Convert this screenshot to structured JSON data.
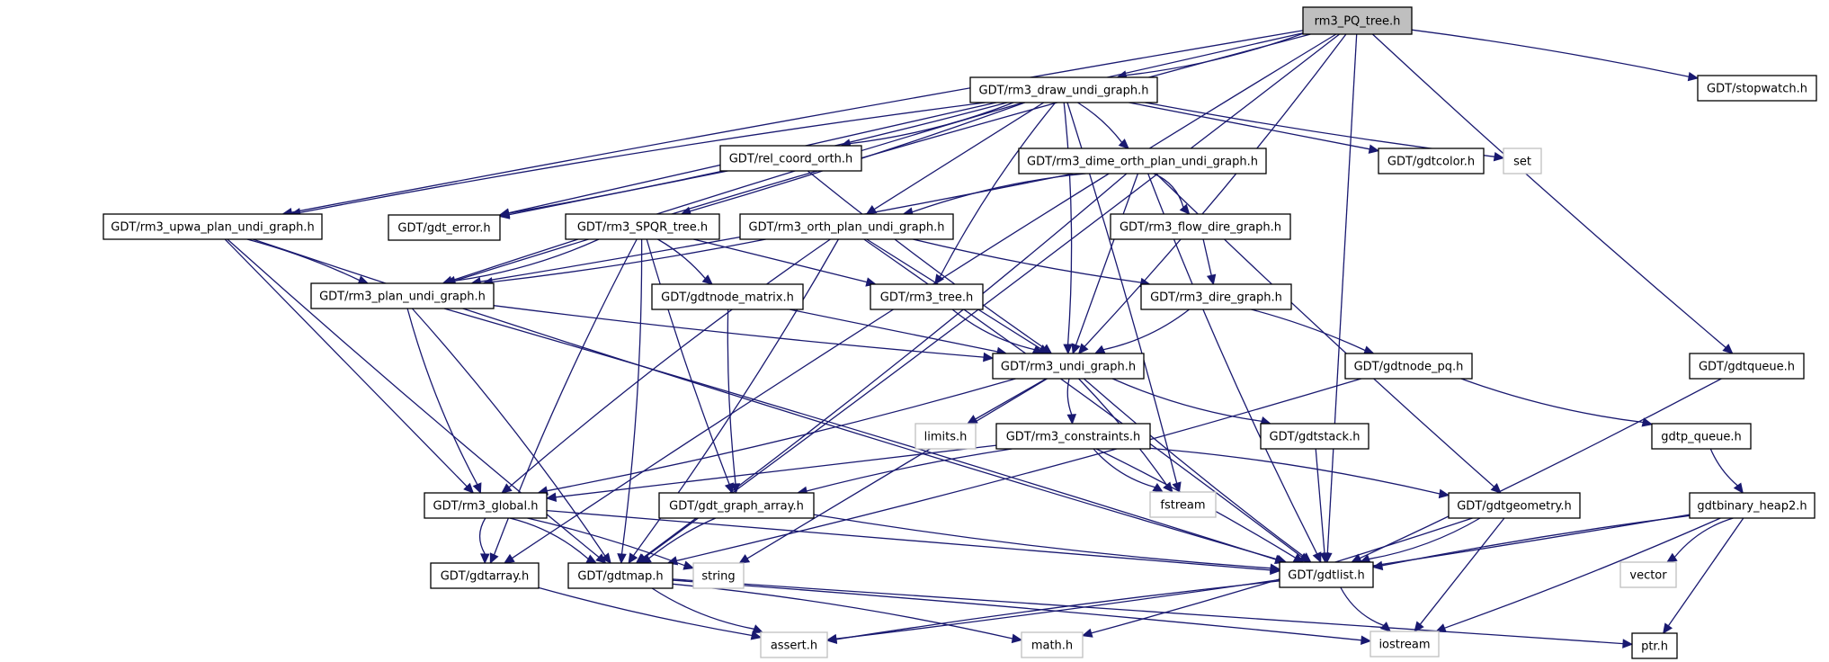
{
  "title": "rm3_PQ_tree.h include dependency graph",
  "colors": {
    "edge": "#191970",
    "root_fill": "#bfbfbf",
    "local_border": "#000000",
    "system_border": "#bfbfbf"
  },
  "nodes": [
    {
      "id": "pq",
      "label": "rm3_PQ_tree.h",
      "kind": "root"
    },
    {
      "id": "draw",
      "label": "GDT/rm3_draw_undi_graph.h",
      "kind": "local"
    },
    {
      "id": "stopwatch",
      "label": "GDT/stopwatch.h",
      "kind": "local"
    },
    {
      "id": "relcoord",
      "label": "GDT/rel_coord_orth.h",
      "kind": "local"
    },
    {
      "id": "dime",
      "label": "GDT/rm3_dime_orth_plan_undi_graph.h",
      "kind": "local"
    },
    {
      "id": "gdtcolor",
      "label": "GDT/gdtcolor.h",
      "kind": "local"
    },
    {
      "id": "set",
      "label": "set",
      "kind": "system"
    },
    {
      "id": "upwa",
      "label": "GDT/rm3_upwa_plan_undi_graph.h",
      "kind": "local"
    },
    {
      "id": "gdterror",
      "label": "GDT/gdt_error.h",
      "kind": "local"
    },
    {
      "id": "spqr",
      "label": "GDT/rm3_SPQR_tree.h",
      "kind": "local"
    },
    {
      "id": "orth",
      "label": "GDT/rm3_orth_plan_undi_graph.h",
      "kind": "local"
    },
    {
      "id": "flow",
      "label": "GDT/rm3_flow_dire_graph.h",
      "kind": "local"
    },
    {
      "id": "plan",
      "label": "GDT/rm3_plan_undi_graph.h",
      "kind": "local"
    },
    {
      "id": "nodematrix",
      "label": "GDT/gdtnode_matrix.h",
      "kind": "local"
    },
    {
      "id": "tree",
      "label": "GDT/rm3_tree.h",
      "kind": "local"
    },
    {
      "id": "dire",
      "label": "GDT/rm3_dire_graph.h",
      "kind": "local"
    },
    {
      "id": "undi",
      "label": "GDT/rm3_undi_graph.h",
      "kind": "local"
    },
    {
      "id": "nodepq",
      "label": "GDT/gdtnode_pq.h",
      "kind": "local"
    },
    {
      "id": "gdtqueue",
      "label": "GDT/gdtqueue.h",
      "kind": "local"
    },
    {
      "id": "limits",
      "label": "limits.h",
      "kind": "system"
    },
    {
      "id": "constraints",
      "label": "GDT/rm3_constraints.h",
      "kind": "local"
    },
    {
      "id": "gdtstack",
      "label": "GDT/gdtstack.h",
      "kind": "local"
    },
    {
      "id": "gdtpqueue",
      "label": "gdtp_queue.h",
      "kind": "local"
    },
    {
      "id": "global",
      "label": "GDT/rm3_global.h",
      "kind": "local"
    },
    {
      "id": "grapharray",
      "label": "GDT/gdt_graph_array.h",
      "kind": "local"
    },
    {
      "id": "fstream",
      "label": "fstream",
      "kind": "system"
    },
    {
      "id": "geometry",
      "label": "GDT/gdtgeometry.h",
      "kind": "local"
    },
    {
      "id": "heap",
      "label": "gdtbinary_heap2.h",
      "kind": "local"
    },
    {
      "id": "gdtarray",
      "label": "GDT/gdtarray.h",
      "kind": "local"
    },
    {
      "id": "gdtmap",
      "label": "GDT/gdtmap.h",
      "kind": "local"
    },
    {
      "id": "string",
      "label": "string",
      "kind": "system"
    },
    {
      "id": "gdtlist",
      "label": "GDT/gdtlist.h",
      "kind": "local"
    },
    {
      "id": "vector",
      "label": "vector",
      "kind": "system"
    },
    {
      "id": "assert",
      "label": "assert.h",
      "kind": "system"
    },
    {
      "id": "math",
      "label": "math.h",
      "kind": "system"
    },
    {
      "id": "iostream",
      "label": "iostream",
      "kind": "system"
    },
    {
      "id": "ptr",
      "label": "ptr.h",
      "kind": "local"
    }
  ],
  "edges": [
    [
      "pq",
      "draw"
    ],
    [
      "pq",
      "stopwatch"
    ],
    [
      "pq",
      "gdterror"
    ],
    [
      "pq",
      "upwa"
    ],
    [
      "pq",
      "plan"
    ],
    [
      "pq",
      "undi"
    ],
    [
      "pq",
      "gdtmap"
    ],
    [
      "pq",
      "gdtlist"
    ],
    [
      "pq",
      "gdtqueue"
    ],
    [
      "pq",
      "gdtarray"
    ],
    [
      "draw",
      "relcoord"
    ],
    [
      "draw",
      "dime"
    ],
    [
      "draw",
      "gdtcolor"
    ],
    [
      "draw",
      "set"
    ],
    [
      "draw",
      "upwa"
    ],
    [
      "draw",
      "gdterror"
    ],
    [
      "draw",
      "spqr"
    ],
    [
      "draw",
      "orth"
    ],
    [
      "draw",
      "plan"
    ],
    [
      "draw",
      "tree"
    ],
    [
      "draw",
      "undi"
    ],
    [
      "draw",
      "fstream"
    ],
    [
      "relcoord",
      "gdterror"
    ],
    [
      "relcoord",
      "undi"
    ],
    [
      "dime",
      "orth"
    ],
    [
      "dime",
      "flow"
    ],
    [
      "dime",
      "plan"
    ],
    [
      "dime",
      "undi"
    ],
    [
      "dime",
      "geometry"
    ],
    [
      "dime",
      "gdtlist"
    ],
    [
      "dime",
      "gdtmap"
    ],
    [
      "upwa",
      "plan"
    ],
    [
      "upwa",
      "global"
    ],
    [
      "upwa",
      "gdtmap"
    ],
    [
      "upwa",
      "gdtlist"
    ],
    [
      "spqr",
      "plan"
    ],
    [
      "spqr",
      "nodematrix"
    ],
    [
      "spqr",
      "tree"
    ],
    [
      "spqr",
      "grapharray"
    ],
    [
      "spqr",
      "gdtarray"
    ],
    [
      "spqr",
      "gdtmap"
    ],
    [
      "orth",
      "plan"
    ],
    [
      "orth",
      "undi"
    ],
    [
      "orth",
      "dire"
    ],
    [
      "orth",
      "global"
    ],
    [
      "orth",
      "gdtmap"
    ],
    [
      "orth",
      "gdtlist"
    ],
    [
      "flow",
      "dire"
    ],
    [
      "plan",
      "undi"
    ],
    [
      "plan",
      "global"
    ],
    [
      "plan",
      "gdtmap"
    ],
    [
      "plan",
      "gdtlist"
    ],
    [
      "nodematrix",
      "undi"
    ],
    [
      "nodematrix",
      "grapharray"
    ],
    [
      "tree",
      "undi"
    ],
    [
      "dire",
      "undi"
    ],
    [
      "dire",
      "nodepq"
    ],
    [
      "undi",
      "limits"
    ],
    [
      "undi",
      "constraints"
    ],
    [
      "undi",
      "gdtstack"
    ],
    [
      "undi",
      "global"
    ],
    [
      "undi",
      "fstream"
    ],
    [
      "undi",
      "string"
    ],
    [
      "undi",
      "gdtlist"
    ],
    [
      "nodepq",
      "gdtpqueue"
    ],
    [
      "nodepq",
      "gdtmap"
    ],
    [
      "gdtqueue",
      "gdtlist"
    ],
    [
      "constraints",
      "global"
    ],
    [
      "constraints",
      "grapharray"
    ],
    [
      "constraints",
      "fstream"
    ],
    [
      "constraints",
      "geometry"
    ],
    [
      "constraints",
      "gdtlist"
    ],
    [
      "gdtstack",
      "gdtlist"
    ],
    [
      "gdtpqueue",
      "heap"
    ],
    [
      "global",
      "gdtarray"
    ],
    [
      "global",
      "gdtmap"
    ],
    [
      "global",
      "string"
    ],
    [
      "global",
      "gdtlist"
    ],
    [
      "grapharray",
      "gdtmap"
    ],
    [
      "grapharray",
      "gdtlist"
    ],
    [
      "geometry",
      "gdtlist"
    ],
    [
      "geometry",
      "math"
    ],
    [
      "geometry",
      "iostream"
    ],
    [
      "heap",
      "gdtlist"
    ],
    [
      "heap",
      "vector"
    ],
    [
      "heap",
      "assert"
    ],
    [
      "heap",
      "iostream"
    ],
    [
      "heap",
      "ptr"
    ],
    [
      "gdtarray",
      "assert"
    ],
    [
      "gdtmap",
      "assert"
    ],
    [
      "gdtmap",
      "math"
    ],
    [
      "gdtmap",
      "iostream"
    ],
    [
      "gdtmap",
      "ptr"
    ],
    [
      "gdtlist",
      "assert"
    ],
    [
      "gdtlist",
      "iostream"
    ]
  ]
}
